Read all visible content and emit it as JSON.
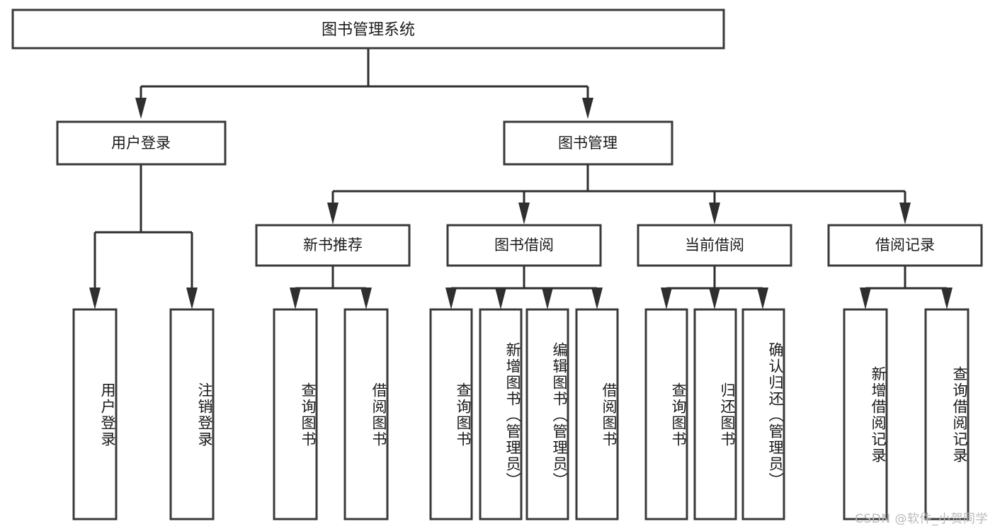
{
  "diagram": {
    "title": "图书管理系统",
    "type": "tree",
    "watermark": "CSDN @软件_小贺同学",
    "colors": {
      "box_stroke": "#3a3a3a",
      "connector": "#2f2f2f",
      "box_fill": "#ffffff",
      "text": "#1a1a1a",
      "watermark": "#b9b9b9",
      "background": "#ffffff"
    },
    "root": {
      "label": "图书管理系统"
    },
    "level2": [
      {
        "label": "用户登录"
      },
      {
        "label": "图书管理"
      }
    ],
    "level3": [
      {
        "label": "新书推荐"
      },
      {
        "label": "图书借阅"
      },
      {
        "label": "当前借阅"
      },
      {
        "label": "借阅记录"
      }
    ],
    "leaves": {
      "user_login": [
        {
          "label": "用户登录"
        },
        {
          "label": "注销登录"
        }
      ],
      "new_book_recommend": [
        {
          "label": "查询图书"
        },
        {
          "label": "借阅图书"
        }
      ],
      "book_borrow": [
        {
          "label": "查询图书"
        },
        {
          "label": "新增图书（管理员）"
        },
        {
          "label": "编辑图书（管理员）"
        },
        {
          "label": "借阅图书"
        }
      ],
      "current_borrow": [
        {
          "label": "查询图书"
        },
        {
          "label": "归还图书"
        },
        {
          "label": "确认归还（管理员）"
        }
      ],
      "borrow_records": [
        {
          "label": "新增借阅记录"
        },
        {
          "label": "查询借阅记录"
        }
      ]
    }
  }
}
